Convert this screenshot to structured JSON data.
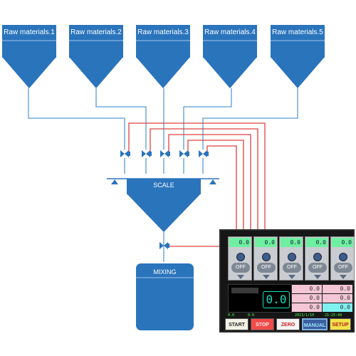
{
  "hoppers": [
    {
      "label": "Raw materials.1"
    },
    {
      "label": "Raw materials.2"
    },
    {
      "label": "Raw materials.3"
    },
    {
      "label": "Raw materials.4"
    },
    {
      "label": "Raw materials.5"
    }
  ],
  "scale": {
    "label": "SCALE"
  },
  "mixer": {
    "label": "MIXING"
  },
  "hmi": {
    "channels": [
      {
        "value": "0.0",
        "switch": "OFF"
      },
      {
        "value": "0.0",
        "switch": "OFF"
      },
      {
        "value": "0.0",
        "switch": "OFF"
      },
      {
        "value": "0.0",
        "switch": "OFF"
      },
      {
        "value": "0.0",
        "switch": "OFF"
      }
    ],
    "weight": "0.0",
    "table": [
      [
        "0.0",
        "0.0"
      ],
      [
        "0.0",
        "0.0"
      ],
      [
        "0.0",
        "0.0"
      ]
    ],
    "status_left": "0.0",
    "status_mid": "0.0",
    "status_date": "2013/1/10",
    "status_time": "21:25:48",
    "buttons": {
      "start": "START",
      "stop": "STOP",
      "zero": "ZERO",
      "manual": "MANUAL",
      "setup": "SETUP"
    }
  },
  "colors": {
    "vessel": "#2a74bc",
    "pipe_material": "#5b9bd5",
    "pipe_signal": "#e04040",
    "hmi_value": "#6ef0a0",
    "display_digits": "#19e0c0"
  }
}
